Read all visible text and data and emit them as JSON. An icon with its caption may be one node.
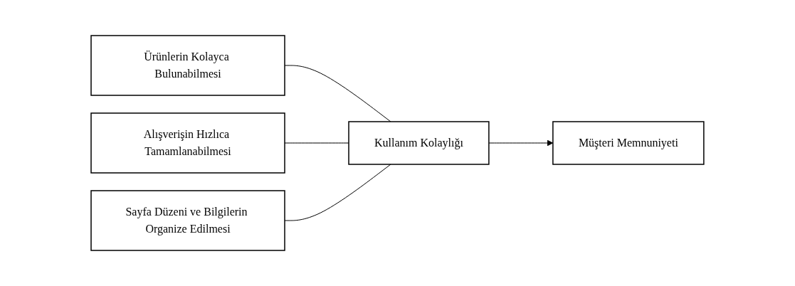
{
  "diagram": {
    "nodes": [
      {
        "text": [
          "Ürünlerin Kolayca Bulunabilmesi"
        ]
      },
      {
        "text": [
          "Alışverişin Hızlıca Tamamlanabilmesi"
        ]
      },
      {
        "text": [
          "Sayfa Düzeni ve Bilgilerin Organize Edilmesi"
        ]
      },
      {
        "text": [
          "Kullanım Kolaylığı"
        ]
      },
      {
        "text": [
          "Müşteri Memnuniyeti"
        ]
      }
    ],
    "edges": [
      {
        "from": 0,
        "to": 3,
        "arrow": "none"
      },
      {
        "from": 1,
        "to": 3,
        "arrow": "none"
      },
      {
        "from": 2,
        "to": 3,
        "arrow": "none"
      },
      {
        "from": 3,
        "to": 4,
        "arrow": "to"
      }
    ]
  }
}
